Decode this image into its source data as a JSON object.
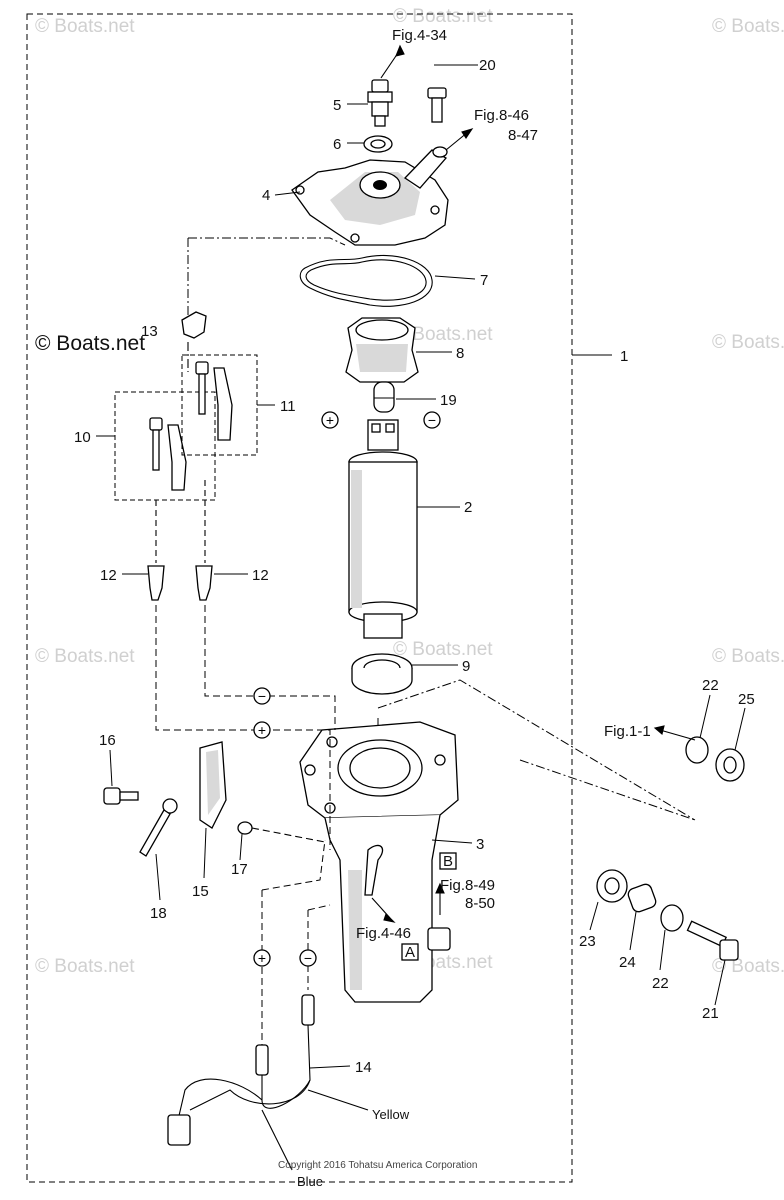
{
  "watermark": "© Boats.net",
  "copyright": "Copyright 2016 Tohatsu America Corporation",
  "parts": [
    {
      "id": "n1",
      "text": "1"
    },
    {
      "id": "n2",
      "text": "2"
    },
    {
      "id": "n3",
      "text": "3"
    },
    {
      "id": "n4",
      "text": "4"
    },
    {
      "id": "n5",
      "text": "5"
    },
    {
      "id": "n6",
      "text": "6"
    },
    {
      "id": "n7",
      "text": "7"
    },
    {
      "id": "n8",
      "text": "8"
    },
    {
      "id": "n9",
      "text": "9"
    },
    {
      "id": "n10",
      "text": "10"
    },
    {
      "id": "n11",
      "text": "11"
    },
    {
      "id": "n12a",
      "text": "12"
    },
    {
      "id": "n12b",
      "text": "12"
    },
    {
      "id": "n13",
      "text": "13"
    },
    {
      "id": "n14",
      "text": "14"
    },
    {
      "id": "n15",
      "text": "15"
    },
    {
      "id": "n16",
      "text": "16"
    },
    {
      "id": "n17",
      "text": "17"
    },
    {
      "id": "n18",
      "text": "18"
    },
    {
      "id": "n19",
      "text": "19"
    },
    {
      "id": "n20",
      "text": "20"
    },
    {
      "id": "n21",
      "text": "21"
    },
    {
      "id": "n22a",
      "text": "22"
    },
    {
      "id": "n22b",
      "text": "22"
    },
    {
      "id": "n23",
      "text": "23"
    },
    {
      "id": "n24",
      "text": "24"
    },
    {
      "id": "n25",
      "text": "25"
    }
  ],
  "refs": {
    "fig434": "Fig.4-34",
    "fig846": "Fig.8-46",
    "fig847": "8-47",
    "fig11": "Fig.1-1",
    "fig849": "Fig.8-49",
    "fig850": "8-50",
    "fig446": "Fig.4-46",
    "boxA": "A",
    "boxB": "B"
  },
  "wires": {
    "yellow": "Yellow",
    "blue": "Blue"
  },
  "terminals": {
    "plus": "+",
    "minus": "−"
  }
}
